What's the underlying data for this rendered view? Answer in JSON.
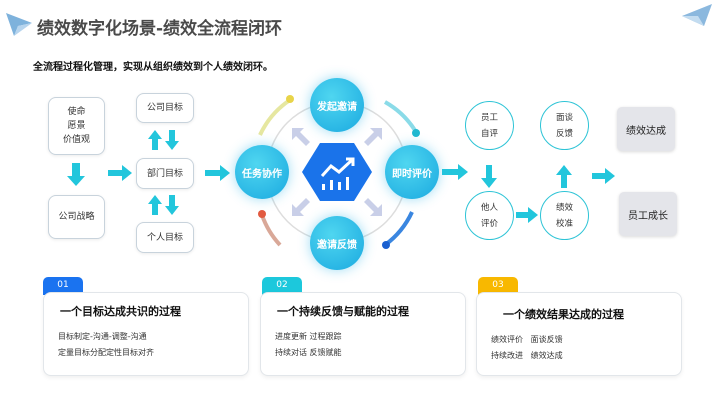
{
  "header": {
    "title": "绩效数字化场景-绩效全流程闭环",
    "subtitle": "全流程过程化管理，实现从组织绩效到个人绩效闭环。"
  },
  "left": {
    "mission": [
      "使命",
      "愿景",
      "价值观"
    ],
    "strategy": "公司战略",
    "company_goal": "公司目标",
    "dept_goal": "部门目标",
    "personal_goal": "个人目标"
  },
  "cycle": {
    "top": "发起邀请",
    "left": "任务协作",
    "right": "即时评价",
    "bottom": "邀请反馈",
    "center_icon": "chart-trend-icon"
  },
  "right": {
    "self": [
      "员工",
      "自评"
    ],
    "interview": [
      "面谈",
      "反馈"
    ],
    "others": [
      "他人",
      "评价"
    ],
    "calibrate": [
      "绩效",
      "校准"
    ],
    "achieve": "绩效达成",
    "growth": "员工成长"
  },
  "cards": [
    {
      "num": "01",
      "title": "一个目标达成共识的过程",
      "lines": [
        "目标制定-沟通-调整-沟通",
        "定量目标分配定性目标对齐"
      ],
      "color": "#1a73f0"
    },
    {
      "num": "02",
      "title": "一个持续反馈与赋能的过程",
      "lines": [
        "进度更新 过程跟踪",
        "持续对话 反馈赋能"
      ],
      "color": "#1cc8dc"
    },
    {
      "num": "03",
      "title": "一个绩效结果达成的过程",
      "lines": [
        "绩效评价   面谈反馈",
        "持续改进   绩效达成"
      ],
      "color": "#f8b800"
    }
  ]
}
